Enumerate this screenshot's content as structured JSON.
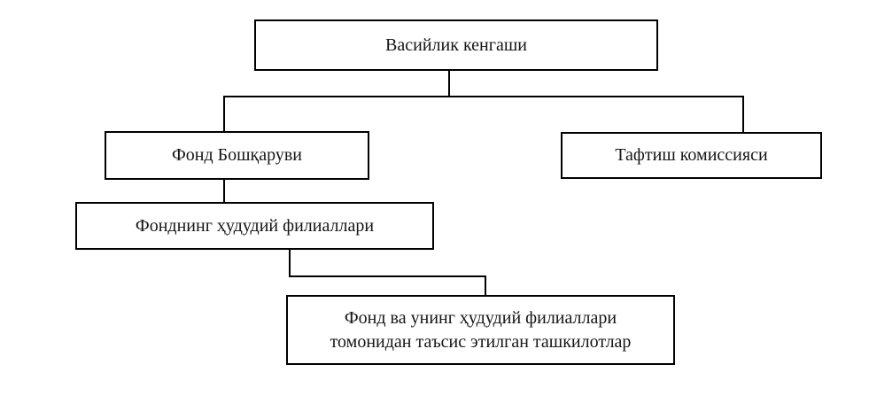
{
  "diagram": {
    "type": "org-chart",
    "background_color": "#ffffff",
    "line_color": "#000000",
    "box_border_color": "#000000",
    "text_color": "#161616",
    "nodes": {
      "board": {
        "label": "Васийлик кенгаши"
      },
      "management": {
        "label": "Фонд Бошқаруви"
      },
      "audit": {
        "label": "Тафтиш комиссияси"
      },
      "branches": {
        "label": "Фонднинг ҳудудий филиаллари"
      },
      "organizations": {
        "label": "Фонд ва унинг ҳудудий филиаллари томонидан таъсис этилган ташкилотлар",
        "lines": [
          "Фонд ва унинг ҳудудий филиаллари",
          "томонидан таъсис этилган ташкилотлар"
        ]
      }
    },
    "edges": [
      {
        "from": "board",
        "to": "management"
      },
      {
        "from": "board",
        "to": "audit"
      },
      {
        "from": "management",
        "to": "branches"
      },
      {
        "from": "branches",
        "to": "organizations"
      }
    ]
  }
}
